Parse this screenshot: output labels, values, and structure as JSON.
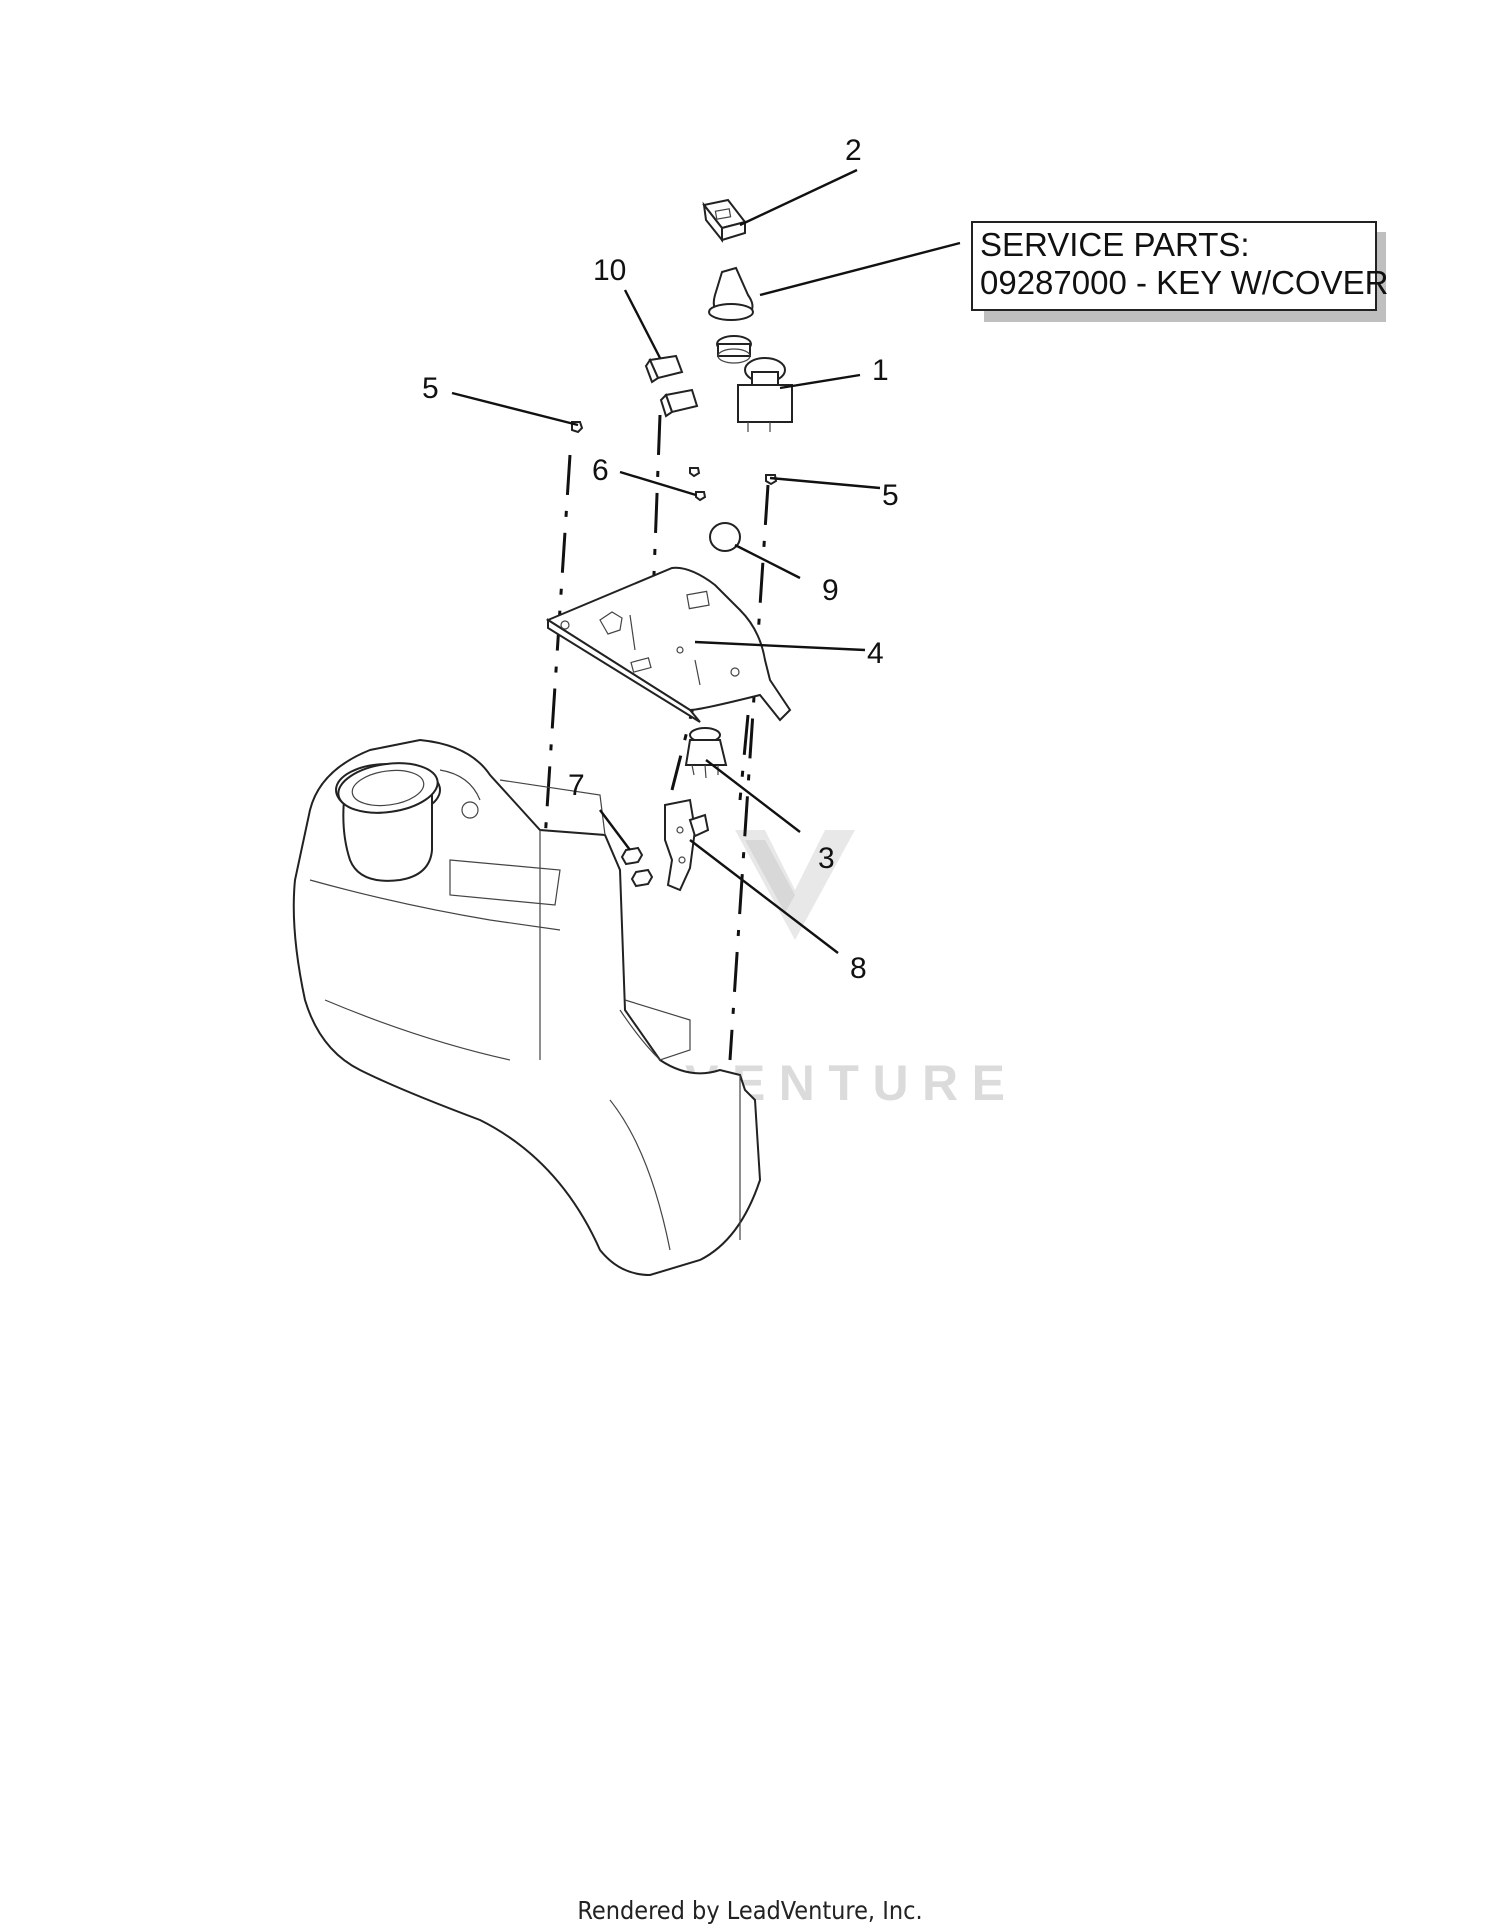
{
  "service_box": {
    "line1": "SERVICE PARTS:",
    "line2": "09287000 - KEY W/COVER"
  },
  "callouts": [
    "1",
    "2",
    "3",
    "4",
    "5",
    "5",
    "6",
    "7",
    "8",
    "9",
    "10"
  ],
  "watermark": "LEADVENTURE",
  "footer": "Rendered by LeadVenture, Inc."
}
